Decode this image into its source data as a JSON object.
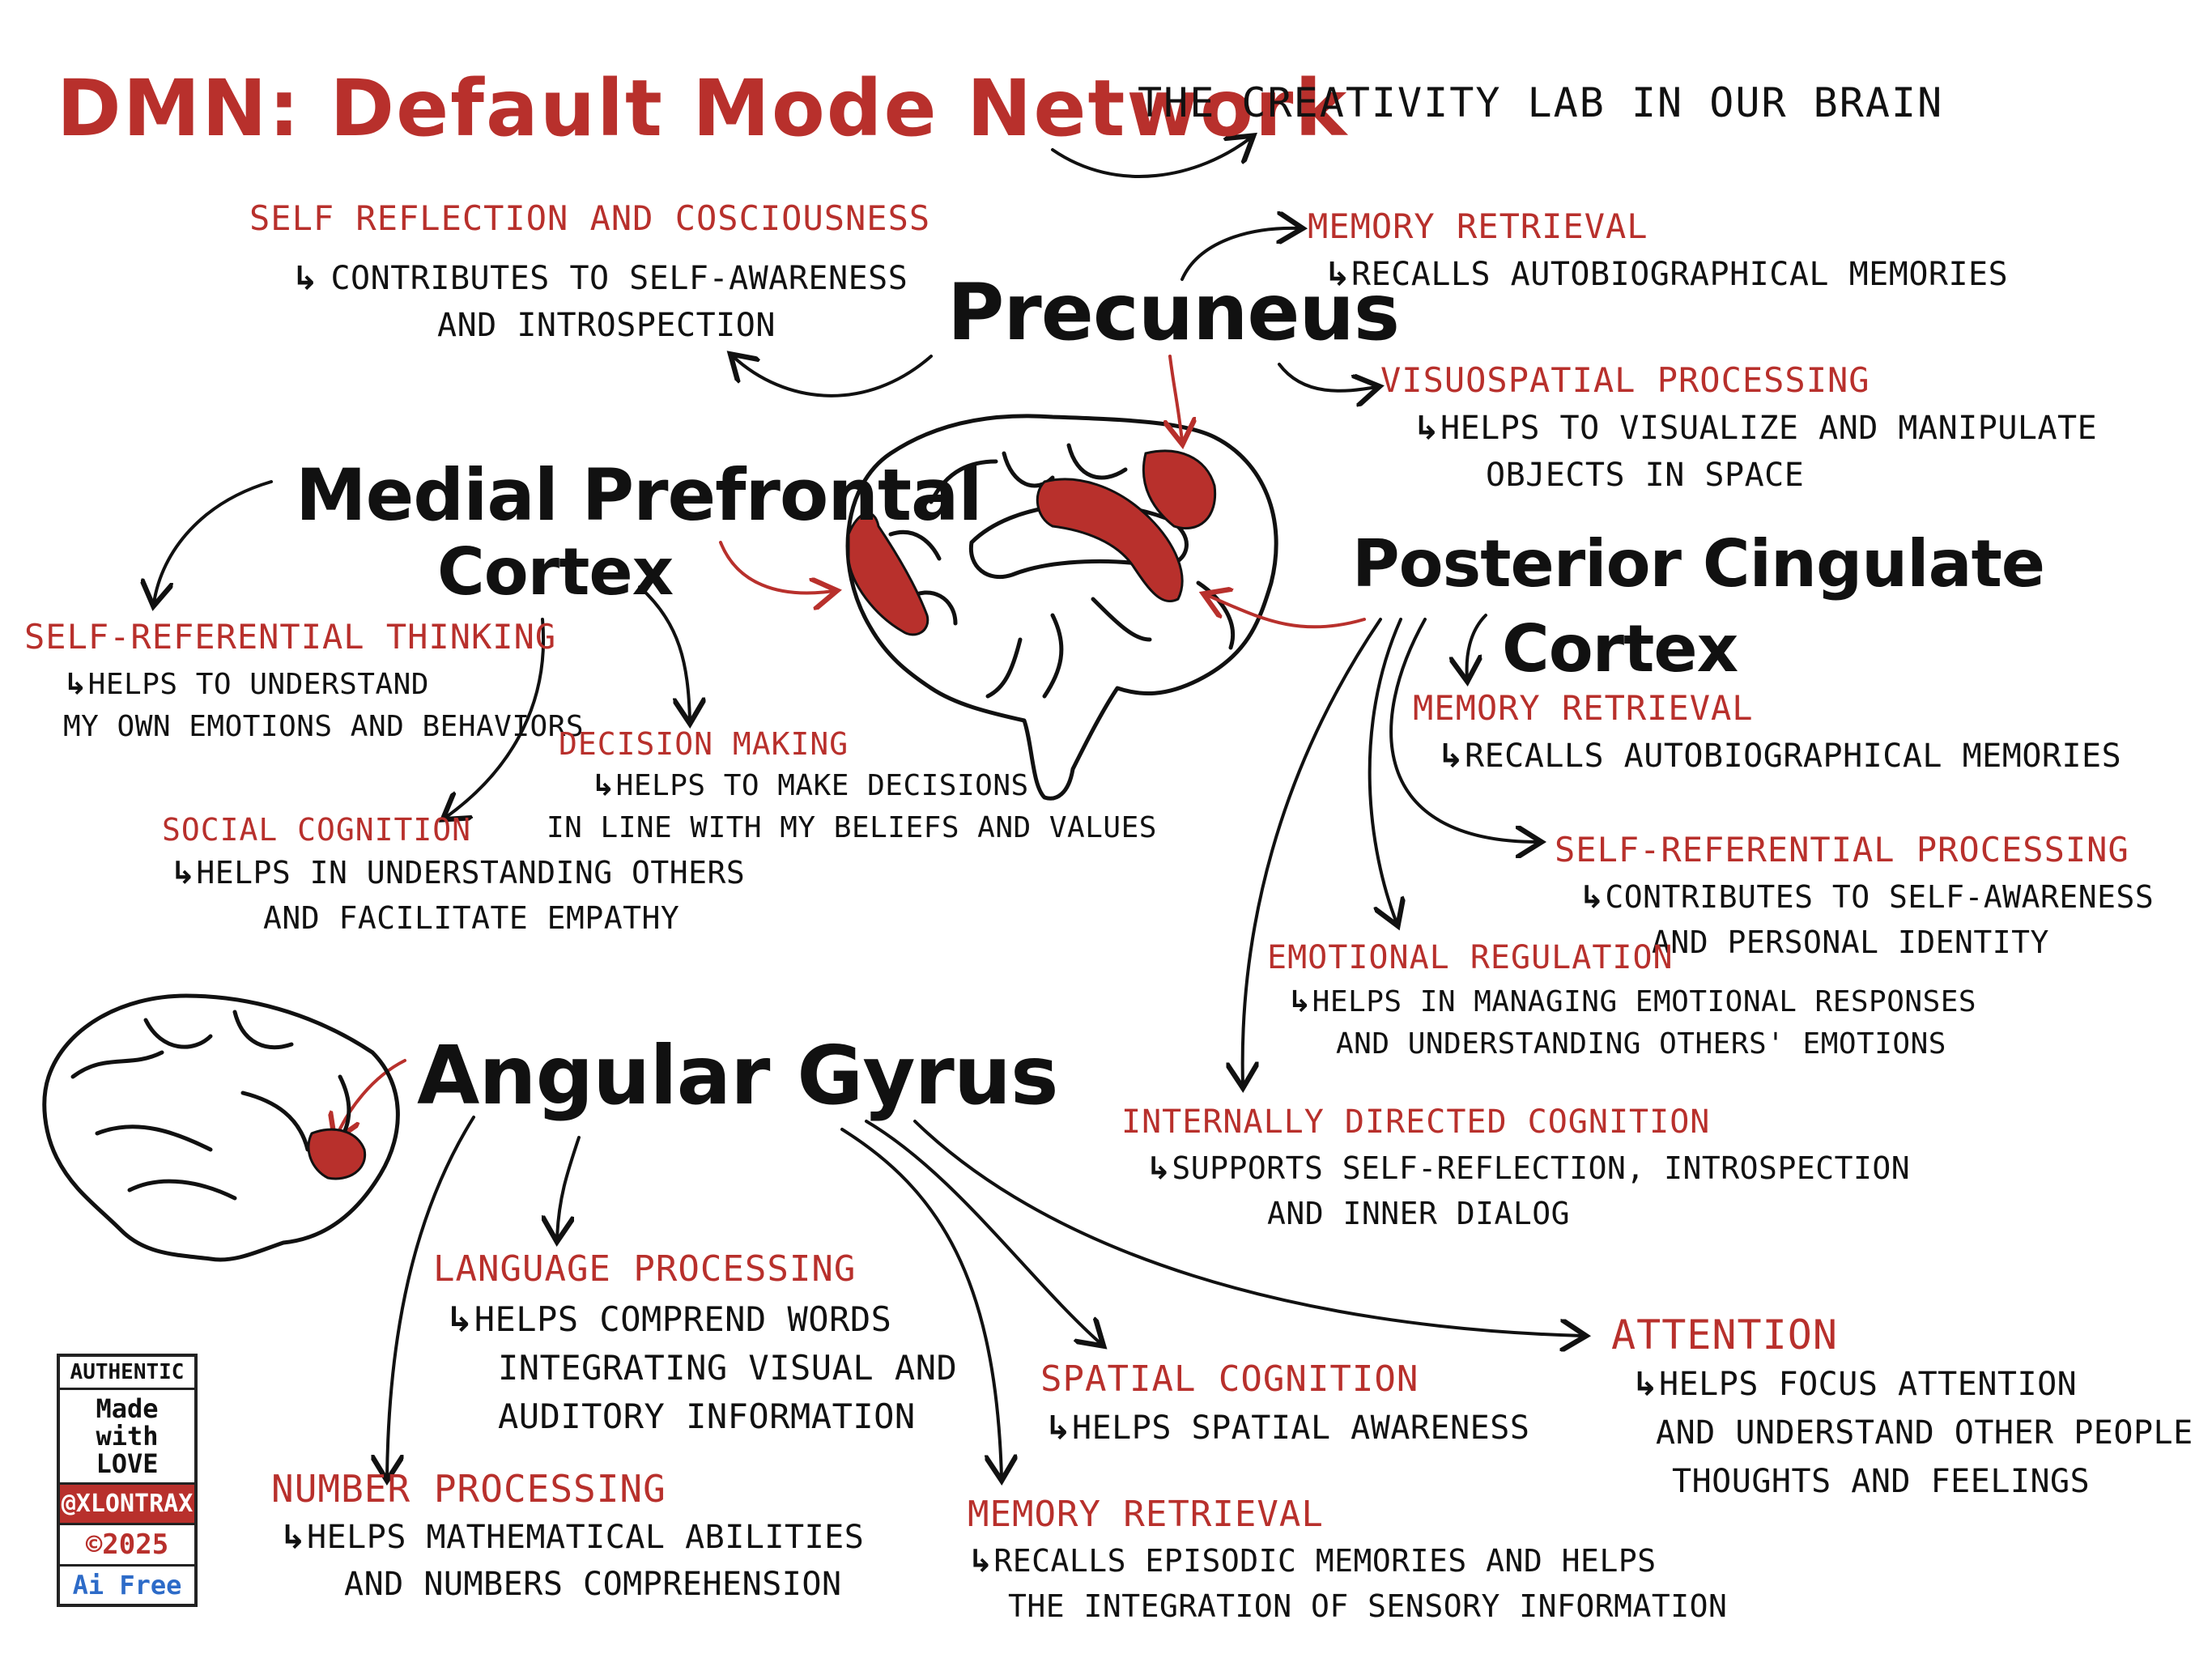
{
  "title": "DMN: Default Mode Network",
  "subtitle": "THE CREATIVITY LAB IN OUR BRAIN",
  "regions": {
    "precuneus": {
      "name": "Precuneus",
      "functions": [
        {
          "heading": "SELF REFLECTION AND COSCIOUSNESS",
          "lines": [
            "CONTRIBUTES TO SELF-AWARENESS",
            "AND INTROSPECTION"
          ]
        },
        {
          "heading": "MEMORY RETRIEVAL",
          "lines": [
            "RECALLS AUTOBIOGRAPHICAL MEMORIES"
          ]
        },
        {
          "heading": "VISUOSPATIAL PROCESSING",
          "lines": [
            "HELPS TO VISUALIZE AND MANIPULATE",
            "OBJECTS IN SPACE"
          ]
        }
      ]
    },
    "mpfc": {
      "name_line1": "Medial Prefrontal",
      "name_line2": "Cortex",
      "functions": [
        {
          "heading": "SELF-REFERENTIAL THINKING",
          "lines": [
            "HELPS TO UNDERSTAND",
            "MY OWN EMOTIONS AND BEHAVIORS"
          ]
        },
        {
          "heading": "DECISION MAKING",
          "lines": [
            "HELPS TO MAKE DECISIONS",
            "IN LINE WITH MY BELIEFS AND VALUES"
          ]
        },
        {
          "heading": "SOCIAL COGNITION",
          "lines": [
            "HELPS IN UNDERSTANDING OTHERS",
            "AND FACILITATE EMPATHY"
          ]
        }
      ]
    },
    "pcc": {
      "name_line1": "Posterior Cingulate",
      "name_line2": "Cortex",
      "functions": [
        {
          "heading": "MEMORY RETRIEVAL",
          "lines": [
            "RECALLS AUTOBIOGRAPHICAL MEMORIES"
          ]
        },
        {
          "heading": "SELF-REFERENTIAL PROCESSING",
          "lines": [
            "CONTRIBUTES TO SELF-AWARENESS",
            "AND PERSONAL IDENTITY"
          ]
        },
        {
          "heading": "EMOTIONAL REGULATION",
          "lines": [
            "HELPS IN MANAGING EMOTIONAL RESPONSES",
            "AND UNDERSTANDING OTHERS' EMOTIONS"
          ]
        },
        {
          "heading": "INTERNALLY DIRECTED COGNITION",
          "lines": [
            "SUPPORTS SELF-REFLECTION, INTROSPECTION",
            "AND INNER DIALOG"
          ]
        }
      ]
    },
    "angular": {
      "name": "Angular Gyrus",
      "functions": [
        {
          "heading": "LANGUAGE PROCESSING",
          "lines": [
            "HELPS COMPREND WORDS",
            "INTEGRATING VISUAL AND",
            "AUDITORY INFORMATION"
          ]
        },
        {
          "heading": "NUMBER PROCESSING",
          "lines": [
            "HELPS MATHEMATICAL ABILITIES",
            "AND NUMBERS COMPREHENSION"
          ]
        },
        {
          "heading": "MEMORY RETRIEVAL",
          "lines": [
            "RECALLS EPISODIC MEMORIES AND HELPS",
            "THE INTEGRATION OF SENSORY INFORMATION"
          ]
        },
        {
          "heading": "SPATIAL COGNITION",
          "lines": [
            "HELPS SPATIAL AWARENESS"
          ]
        },
        {
          "heading": "ATTENTION",
          "lines": [
            "HELPS FOCUS ATTENTION",
            "AND UNDERSTAND OTHER PEOPLE",
            "THOUGHTS AND FEELINGS"
          ]
        }
      ]
    }
  },
  "badge": {
    "line1": "AUTHENTIC",
    "line2a": "Made",
    "line2b": "with",
    "line2c": "LOVE",
    "handle": "@XLONTRAX",
    "year": "©2025",
    "ai": "Ai Free"
  },
  "colors": {
    "accent": "#b8302c",
    "ink": "#111111",
    "badge_blue": "#2d6bc8"
  },
  "icons": [
    "sub-arrow-icon",
    "curved-arrow-icon",
    "brain-sagittal-icon",
    "brain-lateral-icon"
  ]
}
